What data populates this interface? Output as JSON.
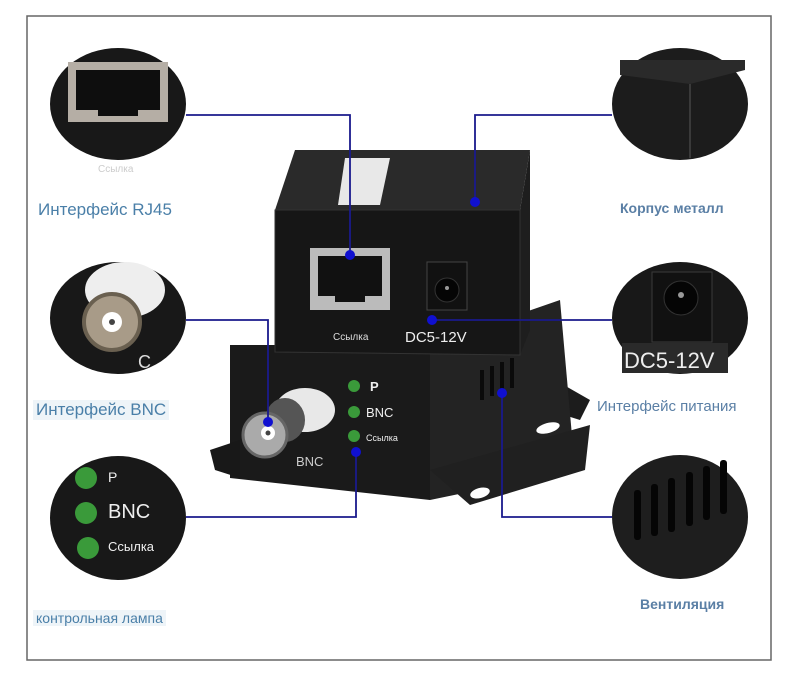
{
  "labels": {
    "rj45": "Интерфейс RJ45",
    "bnc": "Интерфейс BNC",
    "lamp": "контрольная лампа",
    "metal": "Корпус металл",
    "power": "Интерфейс питания",
    "vent": "Вентиляция"
  },
  "device": {
    "port_link": "Ссылка",
    "power_spec": "DC5-12V",
    "bnc_port": "BNC",
    "led_p": "P",
    "led_bnc": "BNC",
    "led_link": "Ссылка"
  },
  "zoom_text": {
    "rj45_link": "Ссылка",
    "bnc_partial": "C",
    "led_p": "P",
    "led_bnc": "BNC",
    "led_link": "Ссылка",
    "power_spec": "DC5-12V"
  },
  "colors": {
    "line": "#1a1a8c",
    "dot": "#1010d0",
    "led": "#3a9a3a"
  }
}
